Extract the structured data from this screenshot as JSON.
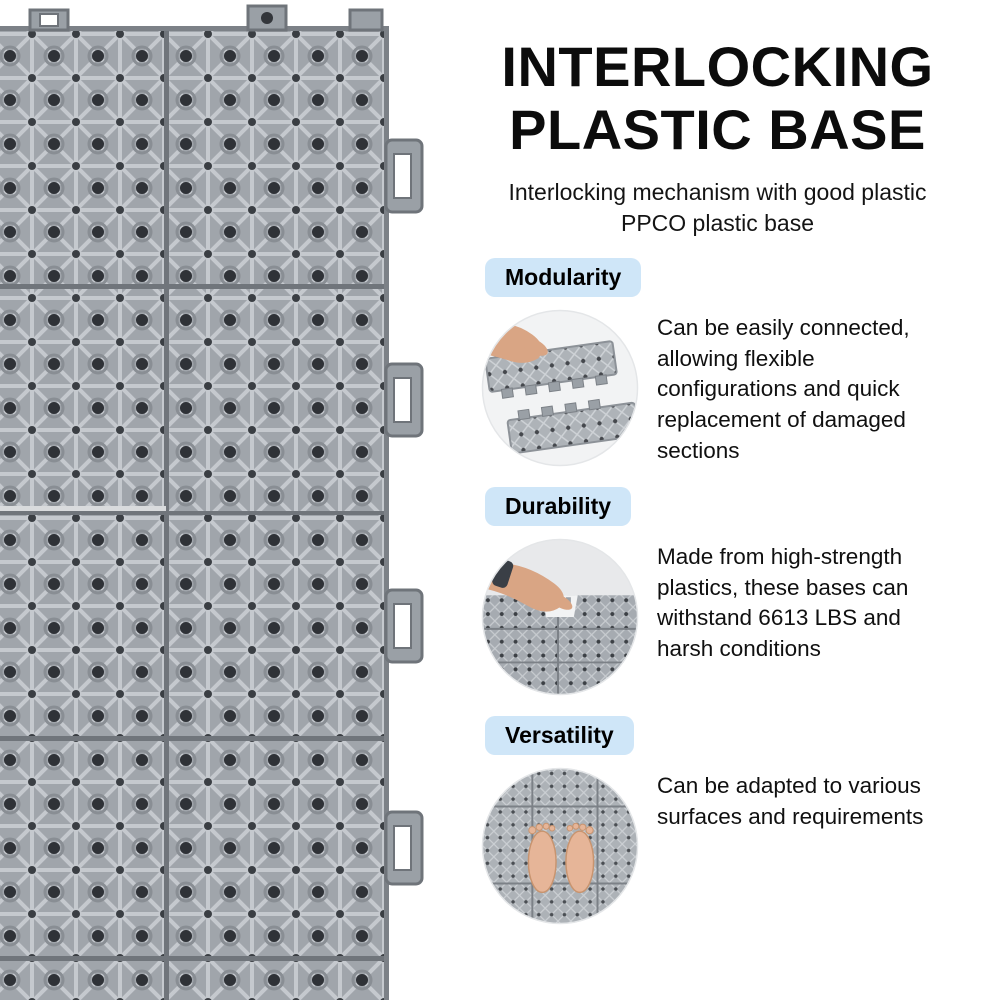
{
  "header": {
    "title_line1": "INTERLOCKING",
    "title_line2": "PLASTIC BASE",
    "subtitle": "Interlocking mechanism with good plastic PPCO plastic base"
  },
  "features": [
    {
      "badge": "Modularity",
      "image": "hands-connecting-two-tiles",
      "description": "Can be easily connected, allowing flexible configurations and quick replacement of damaged sections"
    },
    {
      "badge": "Durability",
      "image": "hand-pressing-tile-floor",
      "description": "Made from high-strength plastics, these bases can withstand 6613 LBS and harsh conditions"
    },
    {
      "badge": "Versatility",
      "image": "bare-feet-standing-on-tiles",
      "description": "Can be adapted to various surfaces and requirements"
    }
  ],
  "product_image": "gray-interlocking-plastic-base-tiles",
  "colors": {
    "badge_background": "#cfe6f8",
    "tile_gray": "#a0a5ab",
    "tile_lattice_line": "#c5c9ce",
    "tile_hole": "#2f3237",
    "tile_seam": "#70757b",
    "skin_tone": "#d9a584",
    "background": "#ffffff",
    "text": "#0d0d0d"
  }
}
